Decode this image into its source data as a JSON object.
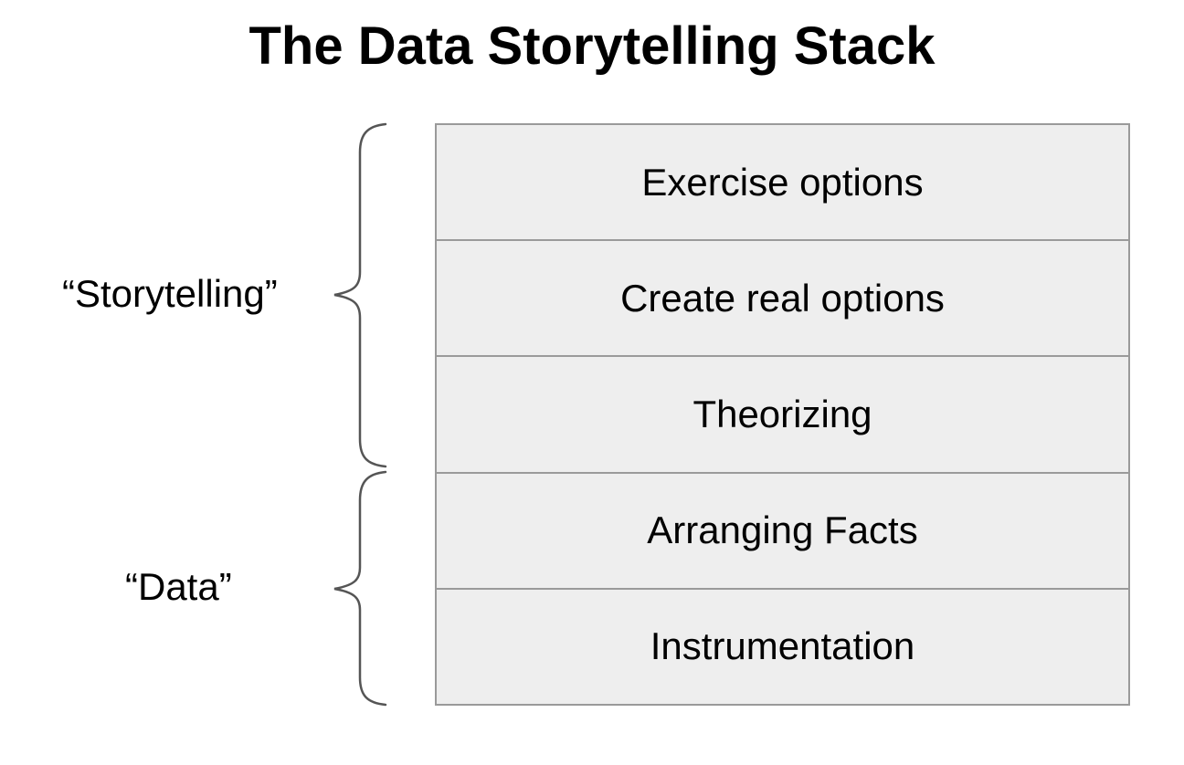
{
  "title": "The Data Storytelling Stack",
  "stack": {
    "layers": [
      {
        "label": "Exercise options"
      },
      {
        "label": "Create real options"
      },
      {
        "label": "Theorizing"
      },
      {
        "label": "Arranging Facts"
      },
      {
        "label": "Instrumentation"
      }
    ]
  },
  "groups": [
    {
      "label": "“Storytelling”",
      "layers_spanned": [
        "Exercise options",
        "Create real options",
        "Theorizing"
      ]
    },
    {
      "label": "“Data”",
      "layers_spanned": [
        "Arranging Facts",
        "Instrumentation"
      ]
    }
  ],
  "colors": {
    "background": "#ffffff",
    "layer_fill": "#eeeeee",
    "layer_border": "#9a9a9a",
    "brace_stroke": "#555555",
    "text": "#000000"
  }
}
